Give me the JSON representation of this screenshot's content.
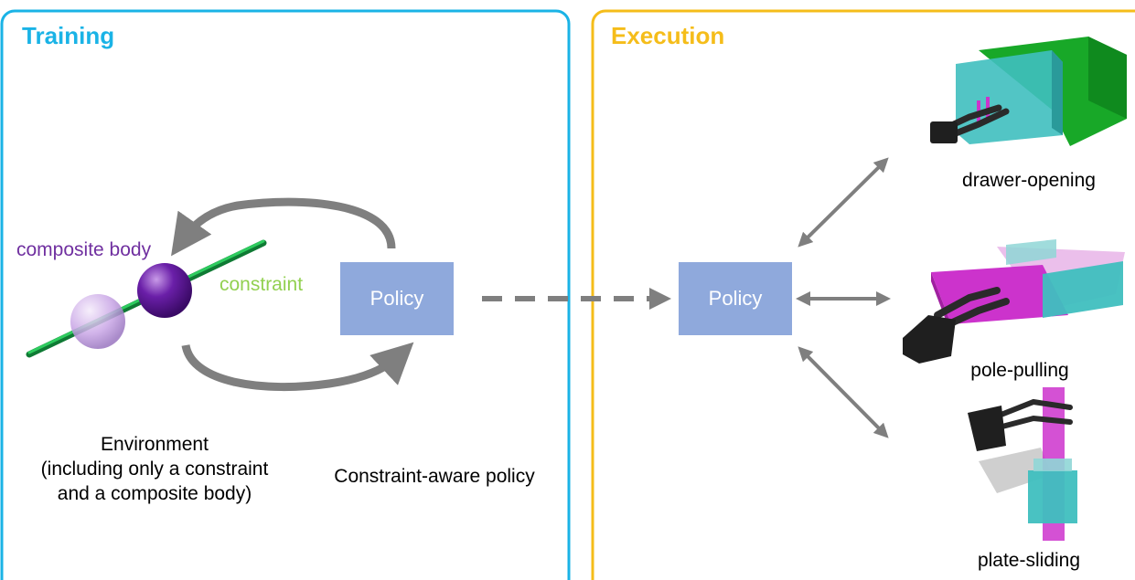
{
  "training": {
    "title": "Training",
    "color": "#1ab3e6",
    "labels": {
      "composite_body": "composite body",
      "constraint": "constraint",
      "env_line1": "Environment",
      "env_line2": "(including only a constraint",
      "env_line3": "and a composite body)",
      "policy_caption": "Constraint-aware policy"
    },
    "policy_label": "Policy"
  },
  "execution": {
    "title": "Execution",
    "color": "#f5bd1a",
    "policy_label": "Policy",
    "tasks": [
      {
        "label": "drawer-opening"
      },
      {
        "label": "pole-pulling"
      },
      {
        "label": "plate-sliding"
      }
    ]
  },
  "colors": {
    "policy_fill": "#8fa9dc",
    "arrow": "#7f7f7f",
    "composite_body_text": "#7030a0",
    "constraint_text": "#92d050",
    "rod": "#1aa84a",
    "sphere_dark": "#6a1fa8",
    "sphere_light": "#c9a6e6",
    "drawer_green": "#19b52e",
    "drawer_teal": "#3fbfbf",
    "pole_magenta": "#cc33cc",
    "hand_dark": "#2a2a2a"
  }
}
